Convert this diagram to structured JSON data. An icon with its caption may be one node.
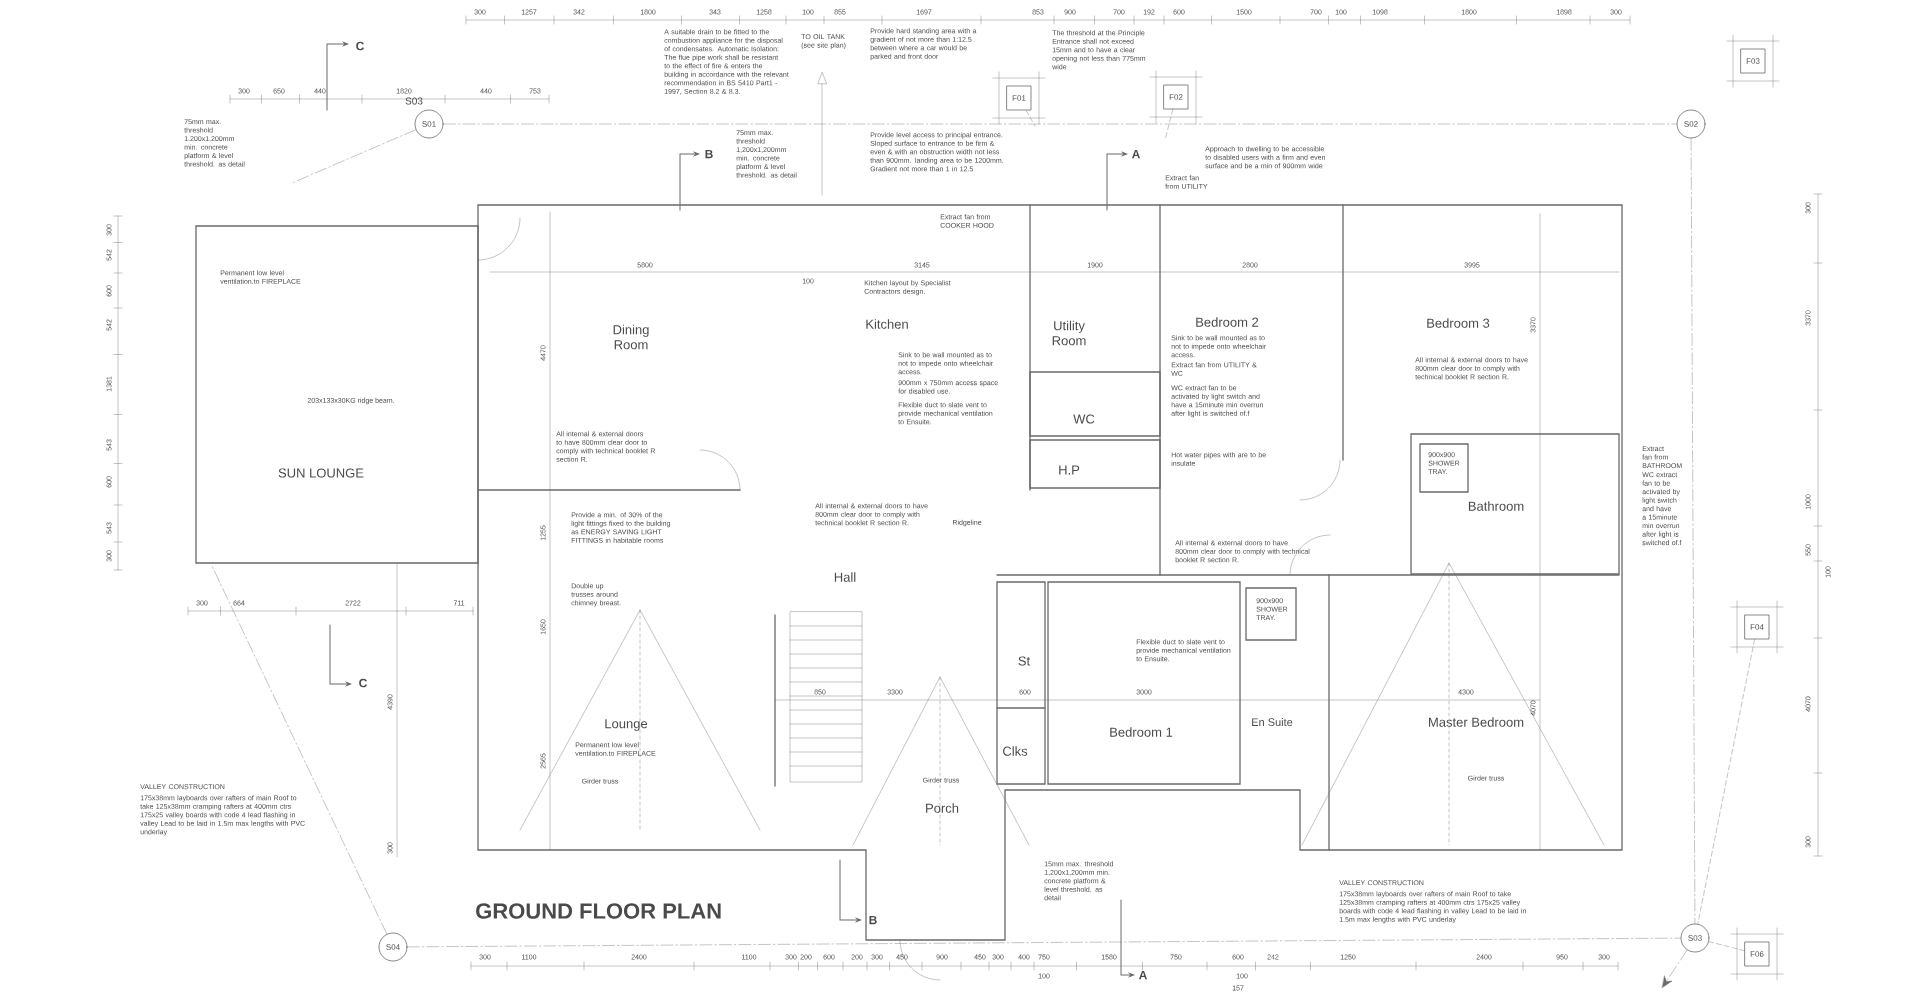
{
  "diagram": {
    "title": "GROUND FLOOR PLAN",
    "nodes": [
      {
        "text": [
          "S01"
        ],
        "beside": [
          "S03"
        ]
      },
      {
        "text": [
          "S02"
        ]
      },
      {
        "text": [
          "S03"
        ]
      },
      {
        "text": [
          "S04"
        ]
      },
      {
        "text": [
          "F01"
        ]
      },
      {
        "text": [
          "F02"
        ]
      },
      {
        "text": [
          "F03"
        ]
      },
      {
        "text": [
          "F04"
        ]
      },
      {
        "text": [
          "F06"
        ]
      }
    ],
    "edges": [
      {
        "from": 0,
        "to": 1,
        "arrow": "none"
      },
      {
        "from": 1,
        "to": 2,
        "arrow": "none"
      },
      {
        "from": 3,
        "to": 2,
        "arrow": "none"
      },
      {
        "from": 7,
        "to": 2,
        "arrow": "none",
        "style": "dashed"
      },
      {
        "from": 8,
        "to": 2,
        "arrow": "none",
        "style": "dashed"
      },
      {
        "from": 2,
        "to": null,
        "arrow": "to"
      },
      {
        "from": 4,
        "to": null,
        "arrow": "none",
        "style": "dashed"
      },
      {
        "from": 5,
        "to": null,
        "arrow": "none",
        "style": "dashed"
      },
      {
        "from": 3,
        "to": null,
        "arrow": "none"
      },
      {
        "from": 0,
        "to": null,
        "arrow": "none"
      }
    ],
    "labels": [
      "Dining Room",
      "Kitchen",
      "Utility Room",
      "Bedroom 2",
      "Bedroom 3",
      "SUN LOUNGE",
      "WC",
      "H.P",
      "Bathroom",
      "Hall",
      "St",
      "Lounge",
      "Bedroom 1",
      "En Suite",
      "Master Bedroom",
      "Clks",
      "Porch",
      "75mm max. threshold 1.200x1.200mm min. concrete platform & level threshold. as detail",
      "Permanent low level ventilation.to FIREPLACE",
      "203x133x30KG ridge beam.",
      "All internal & external doors to have 800mm clear door to comply with technical booklet R section R.",
      "A suitable drain to be fitted to the combustion appliance for the disposal of condensates. Automatic Isolation: The flue pipe work shall be resistant to the effect of fire & enters the building in accordance with the relevant recommendation in BS 5410 Part1 - 1997, Section 8.2 & 8.3.",
      "TO OIL TANK (see site plan)",
      "75mm max. threshold 1,200x1,200mm min. concrete platform & level threshold. as detail",
      "Provide hard standing area with a gradient of not more than 1:12.5 between where a car would be parked and front door",
      "Provide level access to principal entrance. Sloped surface to entrance to be firm & even & with an obstruction width not less than 900mm. landing area to be 1200mm. Gradient not more than 1 in 12.5",
      "Extract fan from COOKER HOOD",
      "The threshold at the Principle Entrance shall not exceed 15mm and to have a clear opening not less than 775mm wide",
      "Extract fan from UTILITY",
      "Approach to dwelling to be accessible to disabled users with a firm and even surface and be a min of 900mm wide",
      "Kitchen layout by Specialist Contractors design.",
      "Sink to be wall mounted as to not to impede onto wheelchair access.",
      "900mm x 750mm access space for disabled use.",
      "Flexible duct to slate vent to provide mechanical ventilation to Ensuite.",
      "Sink to be wall mounted as to not to impede onto wheelchair access.",
      "Extract fan from UTILITY & WC",
      "WC extract fan to be activated by light switch and have a 15minute min overrun after light is switched of.f",
      "Hot water pipes with are to be insulate",
      "Extract fan from BATHROOM",
      "WC extract fan to be activated by light switch and have a 15minute min overrun after light is switched of.f",
      "All internal & external doors to have 800mm clear door to comply with technical booklet R section R.",
      "900x900 SHOWER TRAY.",
      "Provide a min. of 30% of the light fittings fixed to the building as ENERGY SAVING LIGHT FITTINGS in habitable rooms",
      "Double up trusses around chimney breast.",
      "All internal & external doors to have 800mm clear door to comply with technical booklet R section R.",
      "Ridgeline",
      "All internal & external doors to have 800mm clear door to comply with technical booklet R section R.",
      "900x900 SHOWER TRAY.",
      "Flexible duct to slate vent to provide mechanical ventilation to Ensuite.",
      "Permanent low level ventilation.to FIREPLACE",
      "Girder truss",
      "Girder truss",
      "Girder truss",
      "VALLEY CONSTRUCTION",
      "175x38mm layboards over rafters of main Roof to take 125x38mm cramping rafters at 400mm ctrs 175x25 valley boards with code 4 lead flashing in valley Lead to be laid in 1.5m max lengths with PVC underlay",
      "15mm max. threshold 1,200x1,200mm min. concrete platform & level threshold. as detail",
      "VALLEY CONSTRUCTION",
      "175x38mm layboards over rafters of main Roof to take 125x38mm cramping rafters at 400mm ctrs 175x25 valley boards with code 4 lead flashing in valley Lead to be laid in 1.5m max lengths with PVC underlay",
      "300",
      "1257",
      "342",
      "1800",
      "343",
      "1258",
      "100",
      "855",
      "1697",
      "853",
      "900",
      "700",
      "192",
      "600",
      "1500",
      "700",
      "100",
      "1098",
      "1800",
      "1898",
      "300",
      "300",
      "650",
      "440",
      "1820",
      "440",
      "753",
      "300",
      "1100",
      "2400",
      "1100",
      "300",
      "200",
      "600",
      "200",
      "300",
      "450",
      "900",
      "450",
      "300",
      "400",
      "750",
      "1580",
      "750",
      "600",
      "242",
      "1250",
      "2400",
      "950",
      "300",
      "100",
      "100",
      "157",
      "300",
      "664",
      "2722",
      "711",
      "300",
      "542",
      "600",
      "542",
      "1381",
      "543",
      "600",
      "543",
      "300",
      "300",
      "3370",
      "1000",
      "550",
      "100",
      "4070",
      "300",
      "5800",
      "100",
      "3145",
      "1900",
      "2800",
      "3995",
      "3370",
      "4470",
      "1255",
      "1650",
      "2565",
      "4390",
      "300",
      "850",
      "3300",
      "600",
      "3000",
      "4300",
      "4070",
      "C",
      "C",
      "B",
      "B",
      "A",
      "A"
    ]
  }
}
